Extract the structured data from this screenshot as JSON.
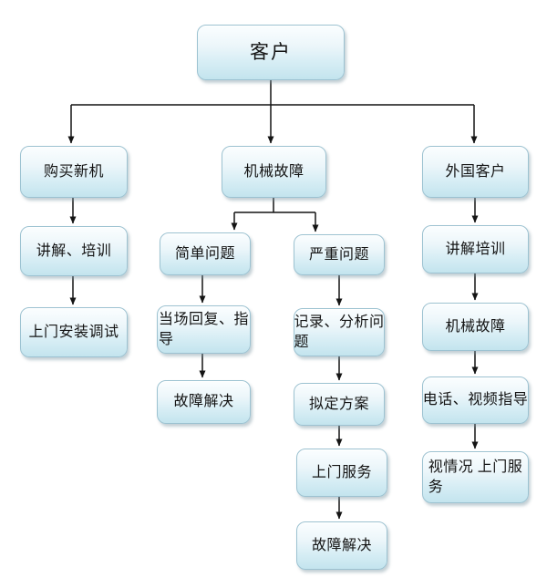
{
  "diagram": {
    "type": "flowchart",
    "background": "#ffffff",
    "colors": {
      "box_fill_top": "#fbfeff",
      "box_fill_bottom": "#c3e4ee",
      "box_border": "#9cc2d1",
      "connector": "#141414",
      "text": "#141414"
    },
    "nodes": {
      "customer": {
        "label": "客户"
      },
      "buy_new": {
        "label": "购买新机"
      },
      "mech_fault": {
        "label": "机械故障"
      },
      "foreign": {
        "label": "外国客户"
      },
      "explain_train_l": {
        "label": "讲解、培训"
      },
      "onsite_install": {
        "label": "上门安装调试"
      },
      "simple": {
        "label": "简单问题"
      },
      "serious": {
        "label": "严重问题"
      },
      "onspot_reply": {
        "label": "当场回复、指\n导"
      },
      "fault_solved_left": {
        "label": "故障解决"
      },
      "record_analyze": {
        "label": "记录、分析问\n题"
      },
      "plan": {
        "label": "拟定方案"
      },
      "onsite_service": {
        "label": "上门服务"
      },
      "fault_solved_mid": {
        "label": "故障解决"
      },
      "explain_train_r": {
        "label": "讲解培训"
      },
      "mech_fault_r": {
        "label": "机械故障"
      },
      "phone_video": {
        "label": "电话、视频指导"
      },
      "onsite_depends": {
        "label": "视情况 上门服\n务"
      }
    },
    "edges": [
      {
        "from": "customer",
        "to": "buy_new"
      },
      {
        "from": "customer",
        "to": "mech_fault"
      },
      {
        "from": "customer",
        "to": "foreign"
      },
      {
        "from": "buy_new",
        "to": "explain_train_l"
      },
      {
        "from": "explain_train_l",
        "to": "onsite_install"
      },
      {
        "from": "mech_fault",
        "to": "simple"
      },
      {
        "from": "mech_fault",
        "to": "serious"
      },
      {
        "from": "simple",
        "to": "onspot_reply"
      },
      {
        "from": "onspot_reply",
        "to": "fault_solved_left"
      },
      {
        "from": "serious",
        "to": "record_analyze"
      },
      {
        "from": "record_analyze",
        "to": "plan"
      },
      {
        "from": "plan",
        "to": "onsite_service"
      },
      {
        "from": "onsite_service",
        "to": "fault_solved_mid"
      },
      {
        "from": "foreign",
        "to": "explain_train_r"
      },
      {
        "from": "explain_train_r",
        "to": "mech_fault_r"
      },
      {
        "from": "mech_fault_r",
        "to": "phone_video"
      },
      {
        "from": "phone_video",
        "to": "onsite_depends"
      }
    ]
  }
}
